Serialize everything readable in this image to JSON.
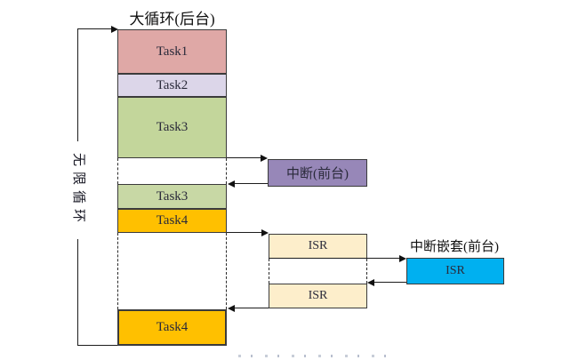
{
  "diagram": {
    "title": "大循环(后台)",
    "loop_label": "无限循环",
    "background_tasks": [
      {
        "id": "task1",
        "label": "Task1",
        "color": "#dfa8a6"
      },
      {
        "id": "task2",
        "label": "Task2",
        "color": "#dcd6e9"
      },
      {
        "id": "task3",
        "label": "Task3",
        "color": "#c3d69b"
      },
      {
        "id": "task3-resume",
        "label": "Task3",
        "color": "#c8d8a5"
      },
      {
        "id": "task4",
        "label": "Task4",
        "color": "#ffc000"
      },
      {
        "id": "task4-resume",
        "label": "Task4",
        "color": "#ffc000"
      }
    ],
    "interrupt": {
      "label": "中断(前台)",
      "color": "#9787b8"
    },
    "isr_blocks": [
      {
        "label": "ISR",
        "color": "#fdeecb"
      },
      {
        "label": "ISR",
        "color": "#fdeecb"
      }
    ],
    "nested_interrupt": {
      "title": "中断嵌套(前台)",
      "isr_label": "ISR",
      "color": "#00b0f0"
    },
    "line_color": "#1c1c1c"
  }
}
